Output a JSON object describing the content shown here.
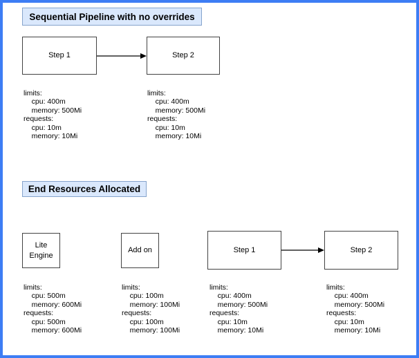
{
  "styles": {
    "frame_color": "#3d7df4",
    "title_fill": "#dae8fc",
    "title_border": "#85a3cc",
    "node_border": "#424242",
    "arrow_color": "#000000"
  },
  "sections": [
    {
      "title": "Sequential Pipeline with no overrides",
      "nodes": [
        {
          "label": "Step 1",
          "resources": "limits:\n    cpu: 400m\n    memory: 500Mi\nrequests:\n    cpu: 10m\n    memory: 10Mi"
        },
        {
          "label": "Step 2",
          "resources": "limits:\n    cpu: 400m\n    memory: 500Mi\nrequests:\n    cpu: 10m\n    memory: 10Mi"
        }
      ]
    },
    {
      "title": "End Resources Allocated",
      "nodes": [
        {
          "label": "Lite Engine",
          "resources": "limits:\n    cpu: 500m\n    memory: 600Mi\nrequests:\n    cpu: 500m\n    memory: 600Mi"
        },
        {
          "label": "Add on",
          "resources": "limits:\n    cpu: 100m\n    memory: 100Mi\nrequests:\n    cpu: 100m\n    memory: 100Mi"
        },
        {
          "label": "Step 1",
          "resources": "limits:\n    cpu: 400m\n    memory: 500Mi\nrequests:\n    cpu: 10m\n    memory: 10Mi"
        },
        {
          "label": "Step 2",
          "resources": "limits:\n    cpu: 400m\n    memory: 500Mi\nrequests:\n    cpu: 10m\n    memory: 10Mi"
        }
      ]
    }
  ]
}
